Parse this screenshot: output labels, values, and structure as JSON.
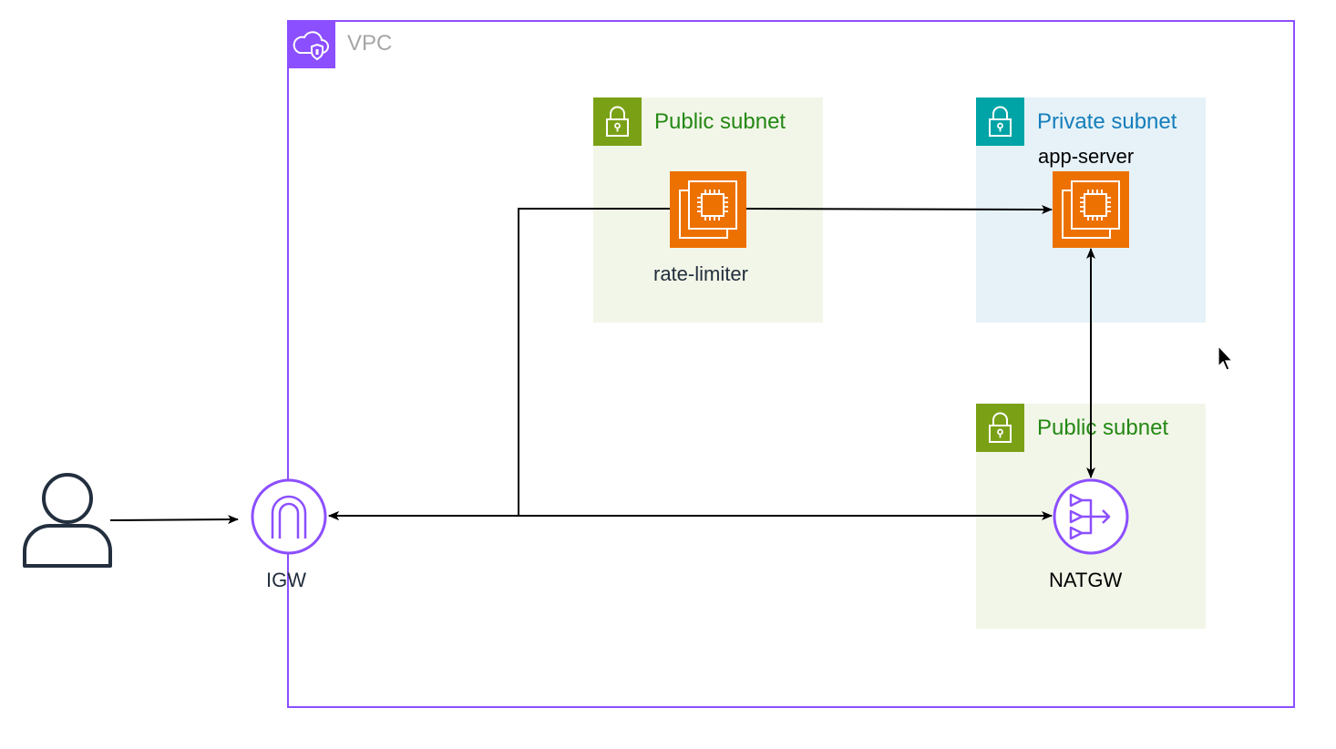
{
  "vpc": {
    "label": "VPC",
    "icon": "vpc-cloud-shield-icon",
    "color": "#8c4fff"
  },
  "subnets": {
    "public_top": {
      "label": "Public subnet",
      "icon": "lock-icon",
      "color": "#7aa116",
      "bg": "#f2f6e8"
    },
    "private": {
      "label": "Private subnet",
      "icon": "lock-icon",
      "color": "#00a4a6",
      "bg": "#e6f2f8"
    },
    "public_bottom": {
      "label": "Public subnet",
      "icon": "lock-icon",
      "color": "#7aa116",
      "bg": "#f2f6e8"
    }
  },
  "nodes": {
    "user": {
      "icon": "user-icon"
    },
    "igw": {
      "label": "IGW",
      "icon": "internet-gateway-icon"
    },
    "rate_limiter": {
      "label": "rate-limiter",
      "icon": "ec2-instance-icon"
    },
    "app_server": {
      "label": "app-server",
      "icon": "ec2-instance-icon"
    },
    "natgw": {
      "label": "NATGW",
      "icon": "nat-gateway-icon"
    }
  },
  "colors": {
    "ec2": "#ed7100",
    "gateway": "#8c4fff",
    "edge": "#000000"
  }
}
